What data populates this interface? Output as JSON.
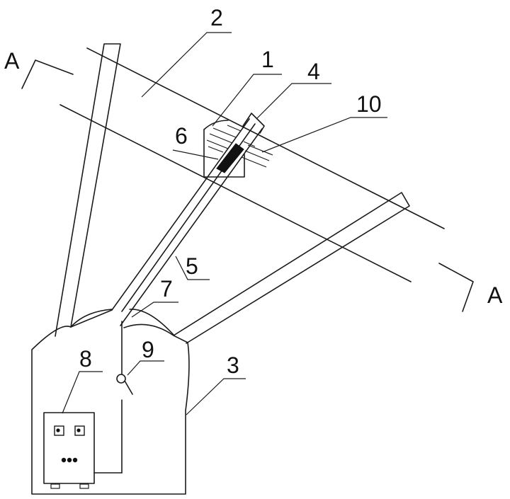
{
  "labels": {
    "section_left": "A",
    "section_right": "A",
    "part_1": "1",
    "part_2": "2",
    "part_3": "3",
    "part_4": "4",
    "part_5": "5",
    "part_6": "6",
    "part_7": "7",
    "part_8": "8",
    "part_9": "9",
    "part_10": "10"
  }
}
